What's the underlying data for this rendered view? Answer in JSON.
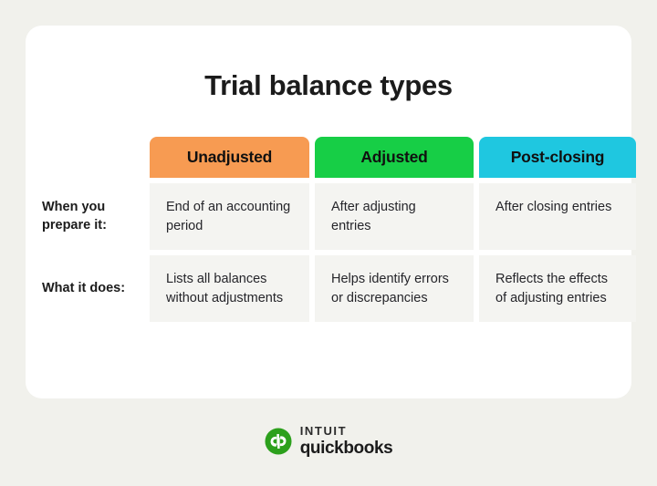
{
  "page": {
    "title": "Trial balance types",
    "background_color": "#f1f1ec",
    "card_color": "#ffffff"
  },
  "table": {
    "columns": [
      {
        "label": "Unadjusted",
        "color": "#f79b52",
        "name": "unadjusted"
      },
      {
        "label": "Adjusted",
        "color": "#17ce46",
        "name": "adjusted"
      },
      {
        "label": "Post-closing",
        "color": "#1fc7e0",
        "name": "post-closing"
      }
    ],
    "rows": [
      {
        "label": "When you prepare it:",
        "cells": [
          "End of an accounting period",
          "After adjusting entries",
          "After closing entries"
        ]
      },
      {
        "label": "What it does:",
        "cells": [
          "Lists all balances without adjustments",
          "Helps identify errors or discrepancies",
          "Reflects the effects of adjusting entries"
        ]
      }
    ]
  },
  "brand": {
    "logo_icon": "quickbooks-qb-circle-icon",
    "logo_color": "#2ca01c",
    "intuit": "Intuit",
    "quickbooks": "quickbooks"
  }
}
